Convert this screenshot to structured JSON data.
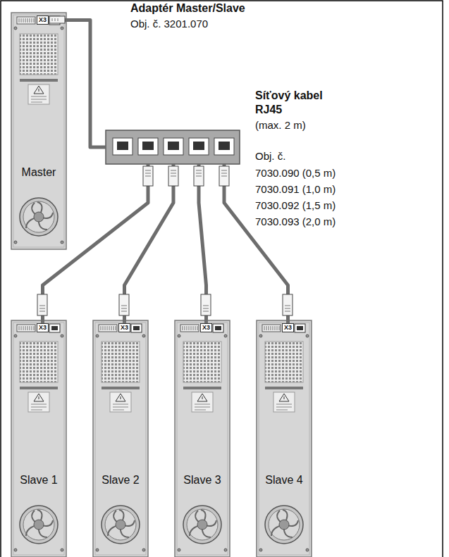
{
  "diagram": {
    "nodes": [
      {
        "text": [
          "Master"
        ]
      },
      {
        "text": [
          "X3"
        ],
        "in": 0
      },
      {
        "text": [
          "Adaptér Master/Slave",
          "Obj. č. 3201.070"
        ]
      },
      {
        "text": [
          "Slave 1"
        ]
      },
      {
        "text": [
          "X3"
        ],
        "in": 3
      },
      {
        "text": [
          "Slave 2"
        ]
      },
      {
        "text": [
          "X3"
        ],
        "in": 5
      },
      {
        "text": [
          "Slave 3"
        ]
      },
      {
        "text": [
          "X3"
        ],
        "in": 7
      },
      {
        "text": [
          "Slave 4"
        ]
      },
      {
        "text": [
          "X3"
        ],
        "in": 9
      }
    ],
    "edges": [
      {
        "from": 1,
        "to": 2,
        "arrow": "none"
      },
      {
        "from": 2,
        "to": 4,
        "arrow": "none"
      },
      {
        "from": 2,
        "to": 6,
        "arrow": "none"
      },
      {
        "from": 2,
        "to": 8,
        "arrow": "none"
      },
      {
        "from": 2,
        "to": 10,
        "arrow": "none"
      }
    ],
    "labels": [
      "Síťový kabel RJ45",
      "(max. 2 m)",
      "Obj. č.",
      "7030.090 (0,5 m)",
      "7030.091 (1,0 m)",
      "7030.092 (1,5 m)",
      "7030.093 (2,0 m)"
    ]
  }
}
